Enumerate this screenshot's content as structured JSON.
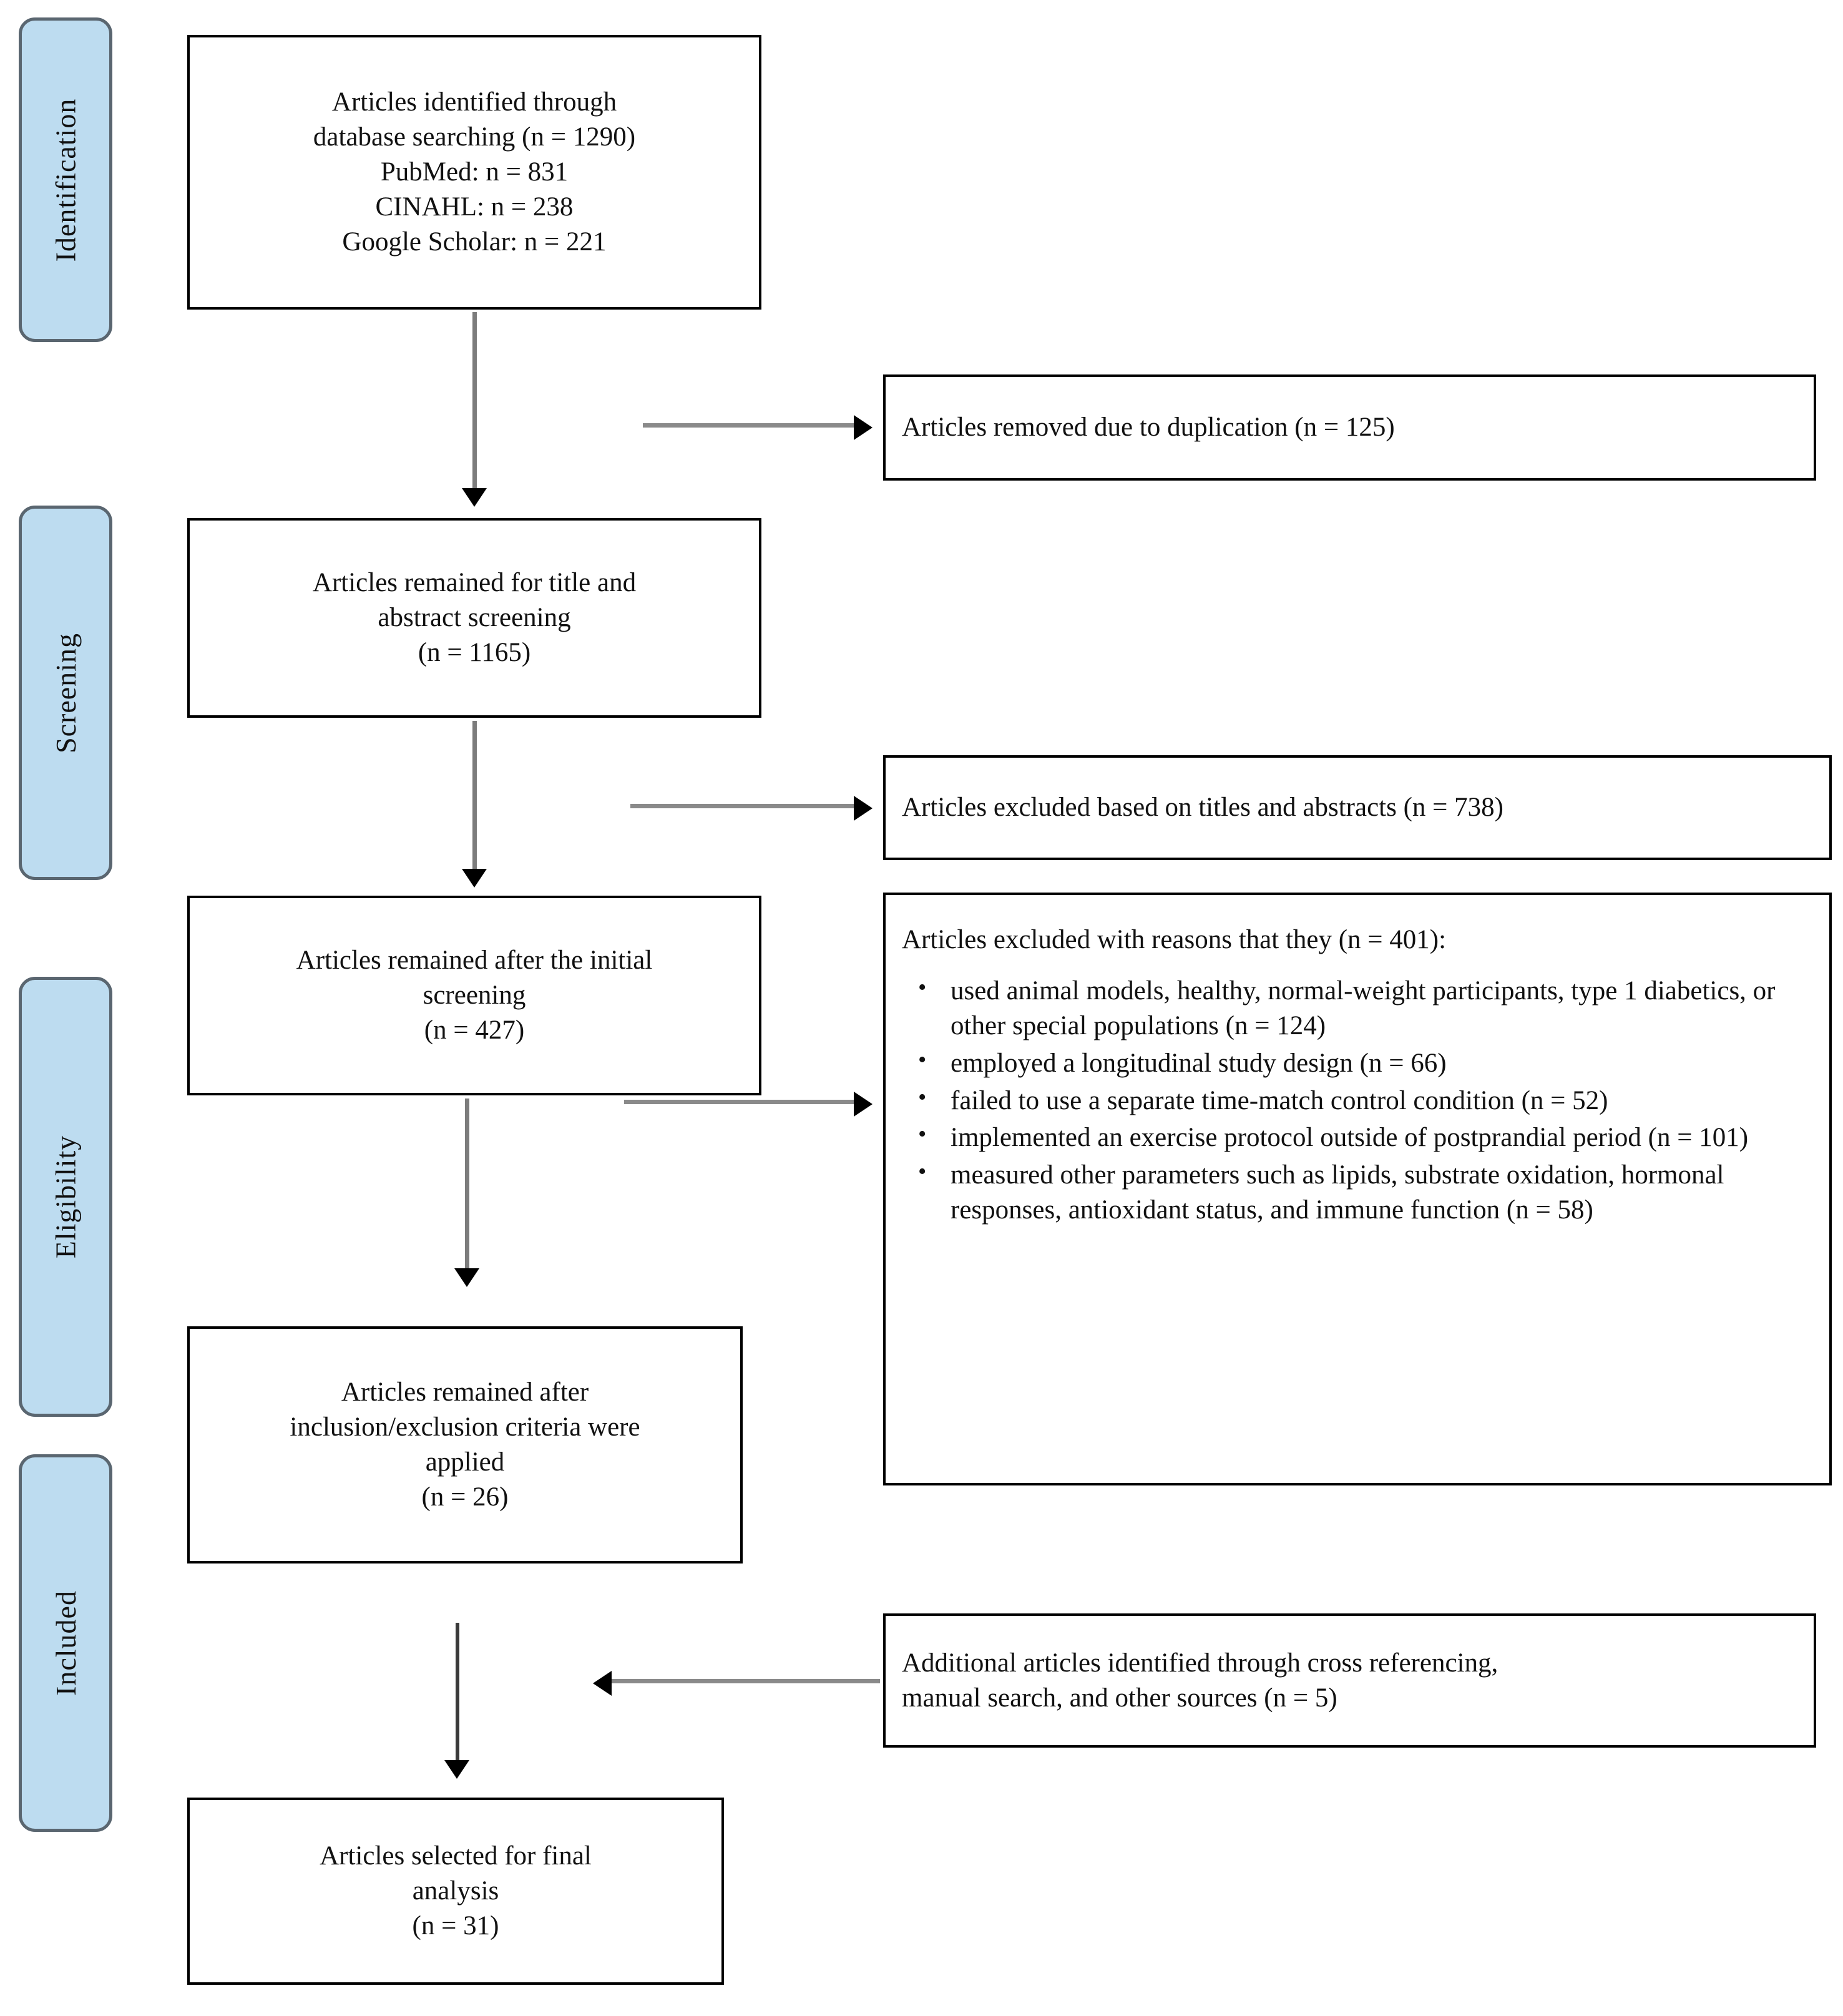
{
  "diagram": {
    "type": "prisma-flow-diagram",
    "stages": [
      {
        "label": "Identification"
      },
      {
        "label": "Screening"
      },
      {
        "label": "Eligibility"
      },
      {
        "label": "Included"
      }
    ],
    "flow_boxes": [
      {
        "id": "identified",
        "text": "Articles identified through\ndatabase searching (n = 1290)\nPubMed: n = 831\nCINAHL: n = 238\nGoogle Scholar: n = 221"
      },
      {
        "id": "title-abstract-screening",
        "text": "Articles remained for title and\nabstract screening\n(n = 1165)"
      },
      {
        "id": "after-initial-screening",
        "text": "Articles remained after the initial\nscreening\n(n = 427)"
      },
      {
        "id": "after-criteria-applied",
        "text": "Articles remained after\ninclusion/exclusion criteria were\napplied\n(n = 26)"
      },
      {
        "id": "final-analysis",
        "text": "Articles selected for final\nanalysis\n(n = 31)"
      }
    ],
    "side_boxes": [
      {
        "id": "duplicates-removed",
        "text": "Articles removed due to duplication (n = 125)"
      },
      {
        "id": "excluded-titles-abstracts",
        "text": "Articles excluded based on titles and abstracts (n = 738)"
      },
      {
        "id": "additional-articles",
        "text": "Additional articles identified through cross referencing,\nmanual search, and other sources (n = 5)"
      }
    ],
    "reasons_box": {
      "id": "excluded-with-reasons",
      "heading": "Articles excluded with reasons that they (n = 401):",
      "items": [
        "used animal models, healthy, normal-weight participants, type 1 diabetics, or other special populations (n = 124)",
        "employed a longitudinal study design (n = 66)",
        "failed to use a separate time-match control condition (n = 52)",
        "implemented an exercise protocol outside of postprandial period (n = 101)",
        "measured other parameters such as lipids, substrate oxidation, hormonal responses, antioxidant status, and immune function (n = 58)"
      ]
    },
    "colors": {
      "stage_fill": "#BDDCF0",
      "stage_border": "#5A6670",
      "box_border": "#000000",
      "connector": "#808080",
      "arrow_head": "#000000",
      "text": "#111111",
      "background": "#FFFFFF"
    }
  }
}
